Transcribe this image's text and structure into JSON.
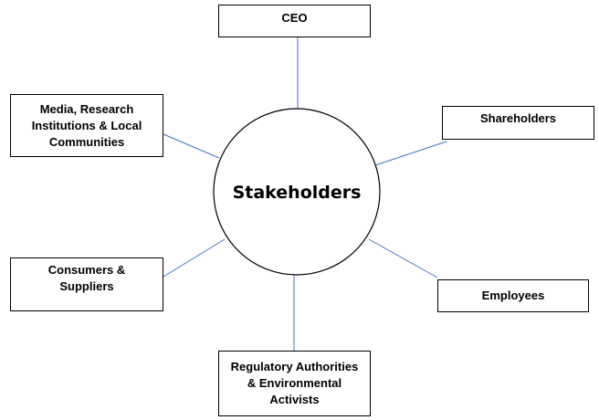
{
  "center": {
    "label": "Stakeholders"
  },
  "nodes": {
    "ceo": {
      "label": "CEO"
    },
    "media": {
      "label": "Media, Research Institutions & Local Communities"
    },
    "shareholders": {
      "label": "Shareholders"
    },
    "consumers": {
      "label": "Consumers & Suppliers"
    },
    "employees": {
      "label": "Employees"
    },
    "regulatory": {
      "label": "Regulatory Authorities & Environmental Activists"
    }
  },
  "colors": {
    "connector": "#4472c4",
    "border": "#000000",
    "text": "#000000"
  }
}
